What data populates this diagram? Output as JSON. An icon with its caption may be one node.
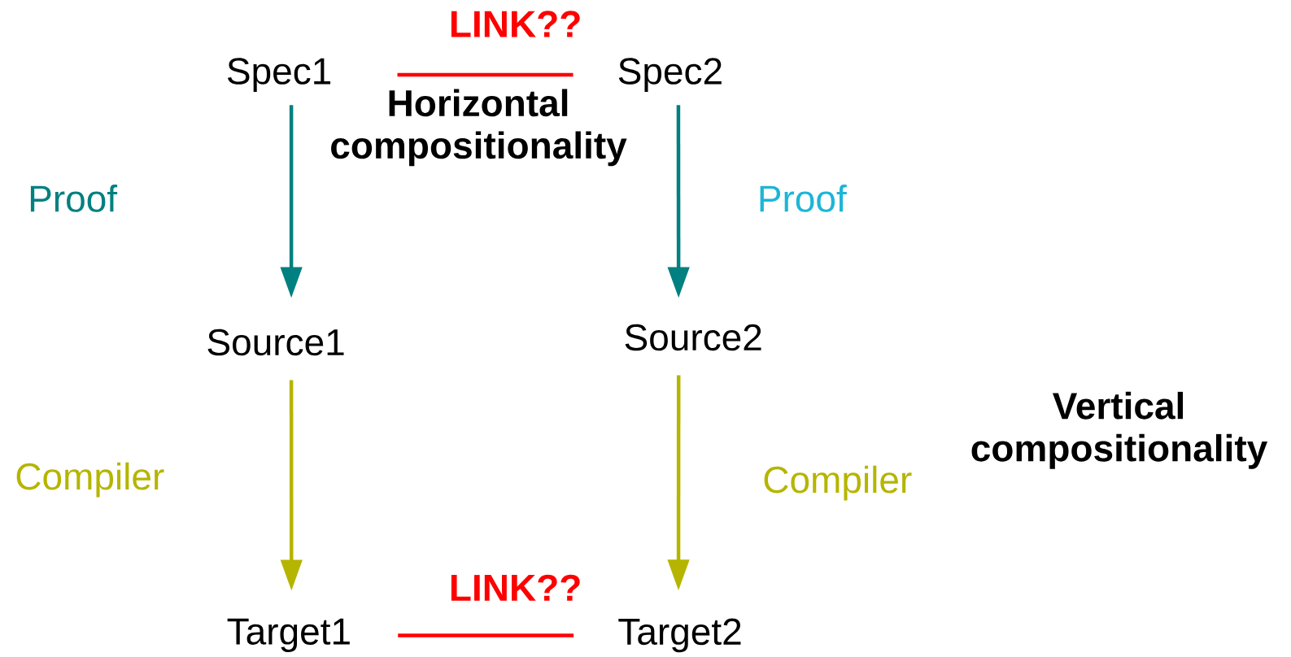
{
  "diagram": {
    "nodes": [
      {
        "text": [
          "Spec1"
        ]
      },
      {
        "text": [
          "Spec2"
        ]
      },
      {
        "text": [
          "Source1"
        ]
      },
      {
        "text": [
          "Source2"
        ]
      },
      {
        "text": [
          "Target1"
        ]
      },
      {
        "text": [
          "Target2"
        ]
      }
    ],
    "edges": [
      {
        "from": 0,
        "to": 1,
        "arrow": "none",
        "label": "LINK??",
        "color": "#ff0000"
      },
      {
        "from": 0,
        "to": 2,
        "arrow": "to",
        "color": "#008080"
      },
      {
        "from": 1,
        "to": 3,
        "arrow": "to",
        "color": "#008080"
      },
      {
        "from": 2,
        "to": 4,
        "arrow": "to",
        "color": "#b5b500"
      },
      {
        "from": 3,
        "to": 5,
        "arrow": "to",
        "color": "#b5b500"
      },
      {
        "from": 4,
        "to": 5,
        "arrow": "none",
        "label": "LINK??",
        "color": "#ff0000"
      }
    ],
    "labels": [
      "Horizontal compositionality",
      "Proof",
      "Proof",
      "Vertical compositionality",
      "Compiler",
      "Compiler"
    ]
  }
}
